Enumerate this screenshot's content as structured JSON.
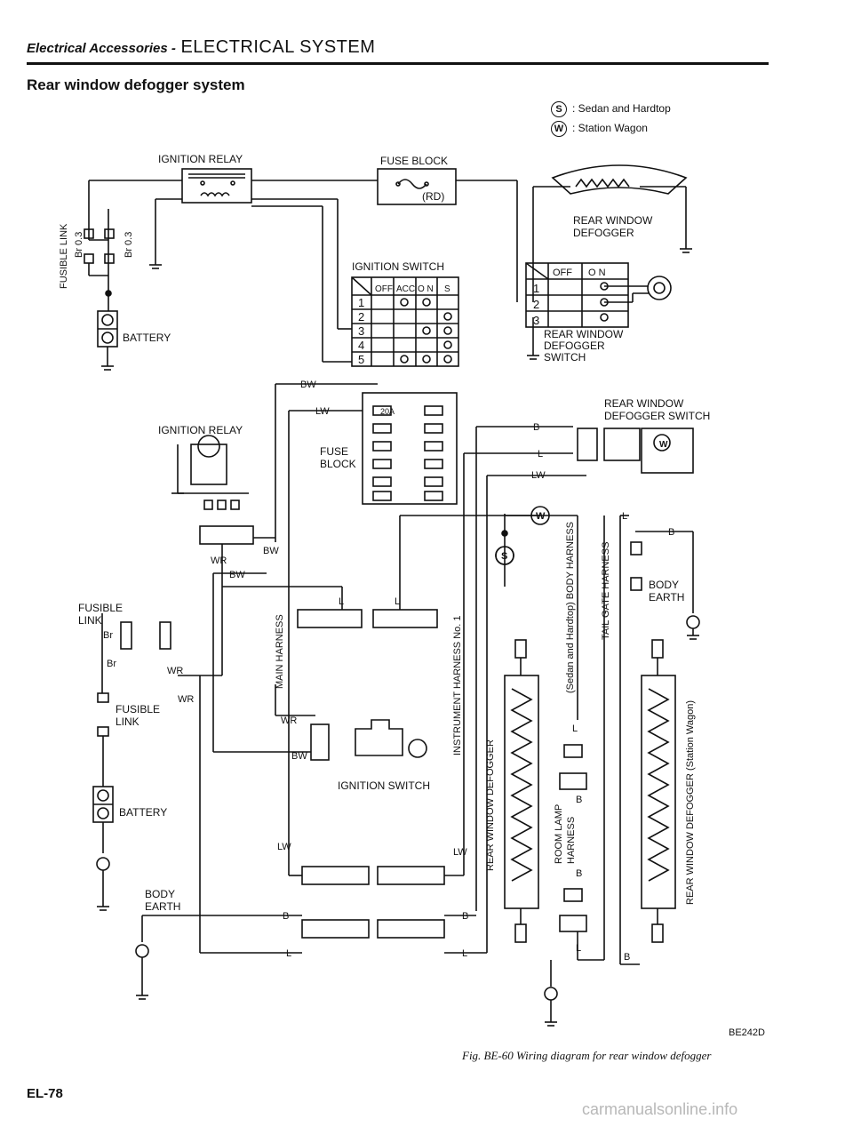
{
  "header": {
    "section": "Electrical Accessories -",
    "title": "ELECTRICAL SYSTEM"
  },
  "section_title": "Rear window defogger system",
  "legend": [
    {
      "symbol": "S",
      "text": ": Sedan and Hardtop"
    },
    {
      "symbol": "W",
      "text": ": Station Wagon"
    }
  ],
  "labels": {
    "ignition_relay": "IGNITION RELAY",
    "fuse_block": "FUSE BLOCK",
    "rd": "(RD)",
    "fusible_link_vert": "FUSIBLE LINK",
    "br1": "Br 0.3",
    "br2": "Br 0.3",
    "battery": "BATTERY",
    "ignition_switch": "IGNITION SWITCH",
    "rear_window_defogger": "REAR WINDOW",
    "defogger": "DEFOGGER",
    "rw_defogger_switch_1": "REAR WINDOW",
    "rw_defogger_switch_2": "DEFOGGER",
    "rw_defogger_switch_3": "SWITCH",
    "rwds_title_1": "REAR WINDOW",
    "rwds_title_2": "DEFOGGER SWITCH",
    "fuse": "FUSE",
    "block": "BLOCK",
    "fuse_20a": "20A",
    "fusible_1": "FUSIBLE",
    "link_1": "LINK",
    "fusible_2": "FUSIBLE",
    "link_2": "LINK",
    "body_earth_1": "BODY",
    "earth_1": "EARTH",
    "body_earth_2": "BODY",
    "earth_2": "EARTH",
    "main_harness": "MAIN HARNESS",
    "instrument_harness": "INSTRUMENT HARNESS No. 1",
    "body_harness": "(Sedan and Hardtop) BODY HARNESS",
    "tail_gate_harness": "TAIL GATE HARNESS",
    "rwd_sedan": "REAR WINDOW DEFOGGER",
    "rwd_wagon": "REAR WINDOW DEFOGGER (Station Wagon)",
    "room_lamp_1": "ROOM LAMP",
    "room_lamp_2": "HARNESS"
  },
  "switch_table_1": {
    "headers": [
      "OFF",
      "ACC",
      "O N",
      "S"
    ],
    "rows": [
      "1",
      "2",
      "3",
      "4",
      "5"
    ]
  },
  "switch_table_2": {
    "headers": [
      "OFF",
      "O N"
    ],
    "rows": [
      "1",
      "2",
      "3"
    ]
  },
  "wires": {
    "bw": "BW",
    "lw": "LW",
    "b": "B",
    "l": "L",
    "wr": "WR",
    "br": "Br"
  },
  "figure": {
    "code": "BE242D",
    "caption": "Fig. BE-60  Wiring diagram for rear window defogger"
  },
  "page_number": "EL-78",
  "watermark": "carmanualsonline.info"
}
